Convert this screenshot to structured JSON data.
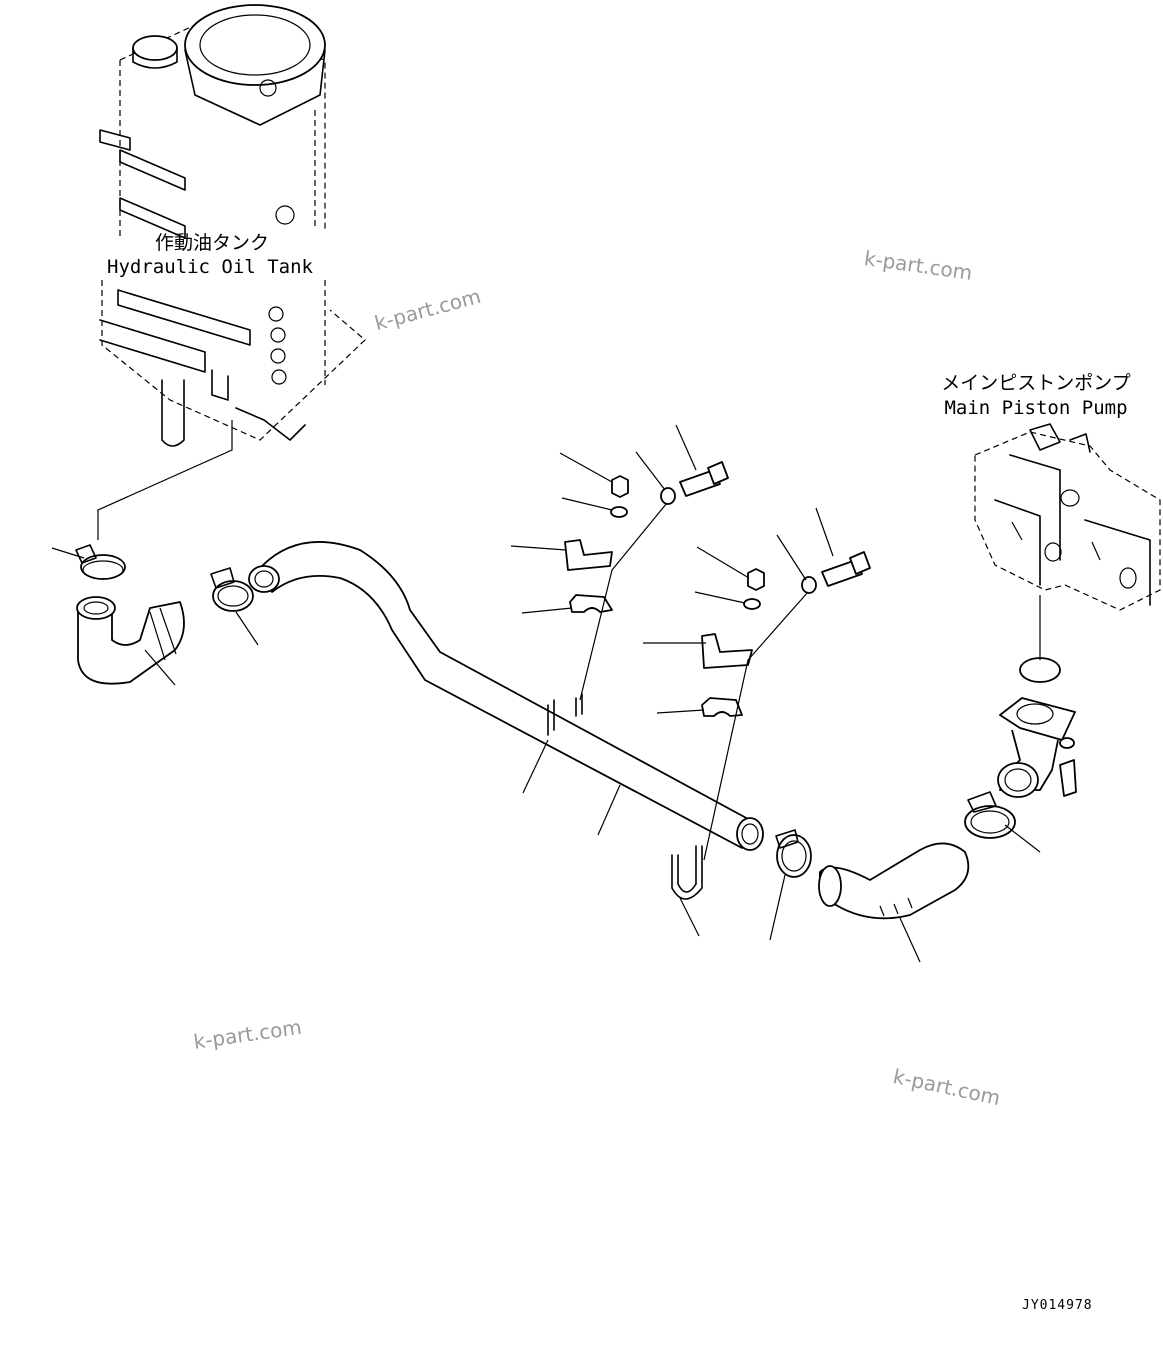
{
  "labels": {
    "tank_jp": "作動油タンク",
    "tank_en": "Hydraulic Oil Tank",
    "pump_jp": "メインピストンポンプ",
    "pump_en": "Main Piston Pump"
  },
  "watermark": "k-part.com",
  "drawing_code": "JY014978",
  "colors": {
    "line": "#000000",
    "watermark": "#9a9a9a",
    "background": "#ffffff"
  }
}
